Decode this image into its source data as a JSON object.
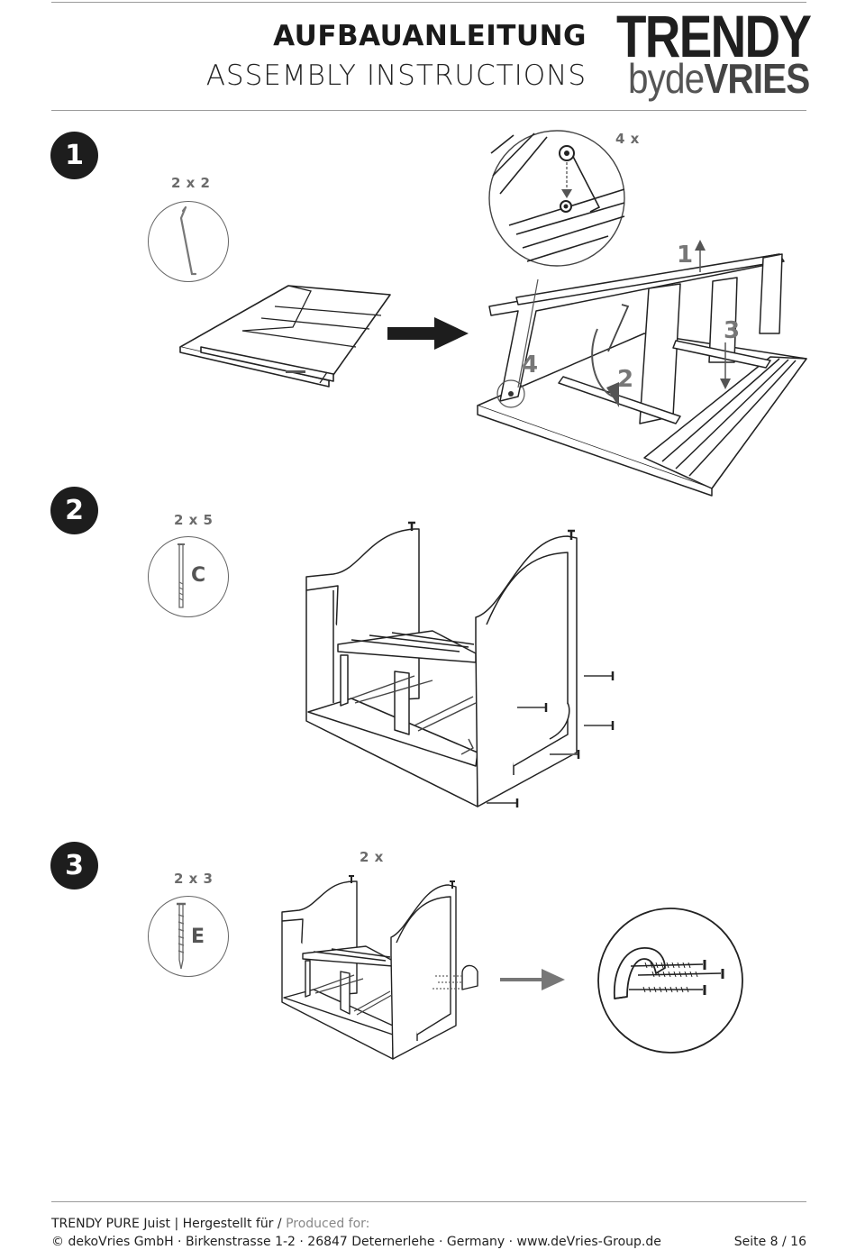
{
  "header": {
    "title_de": "AUFBAUANLEITUNG",
    "title_en": "ASSEMBLY INSTRUCTIONS",
    "brand_top": "TRENDY",
    "brand_by": "by",
    "brand_de": "de",
    "brand_vries": "VRIES"
  },
  "steps": [
    {
      "number": "1",
      "part_qty": "2 x 2",
      "detail_qty": "4 x",
      "callouts": [
        "1",
        "2",
        "3",
        "4"
      ]
    },
    {
      "number": "2",
      "part_qty": "2 x 5",
      "part_letter": "C"
    },
    {
      "number": "3",
      "part_qty": "2 x 3",
      "part_letter": "E",
      "detail_qty": "2 x"
    }
  ],
  "footer": {
    "product": "TRENDY PURE Juist | Hergestellt für / ",
    "produced_for": "Produced for:",
    "address": "© dekoVries GmbH · Birkenstrasse 1-2 · 26847 Deternerlehe · Germany · www.deVries-Group.de",
    "page": "Seite 8 / 16"
  },
  "colors": {
    "ink": "#1d1d1d",
    "muted": "#888888",
    "rule": "#9a9a9a"
  }
}
